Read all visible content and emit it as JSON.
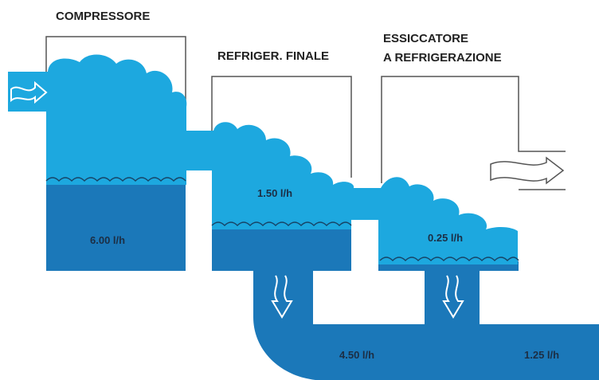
{
  "colors": {
    "water_light": "#1da8df",
    "water_dark": "#1b78b9",
    "outline": "#555555",
    "text": "#222222",
    "value_text": "#1c2e44"
  },
  "stages": {
    "compressor": {
      "title": "COMPRESSORE",
      "rate": "6.00 l/h"
    },
    "aftercooler": {
      "title": "REFRIGER. FINALE",
      "rate": "1.50 l/h"
    },
    "dryer": {
      "title_line1": "ESSICCATORE",
      "title_line2": "A REFRIGERAZIONE",
      "rate": "0.25 l/h"
    }
  },
  "drain": {
    "rate_1": "4.50 l/h",
    "rate_2": "1.25 l/h"
  },
  "icons": [
    "inlet-arrow-icon",
    "outlet-arrow-icon",
    "drain-arrow-icon"
  ]
}
